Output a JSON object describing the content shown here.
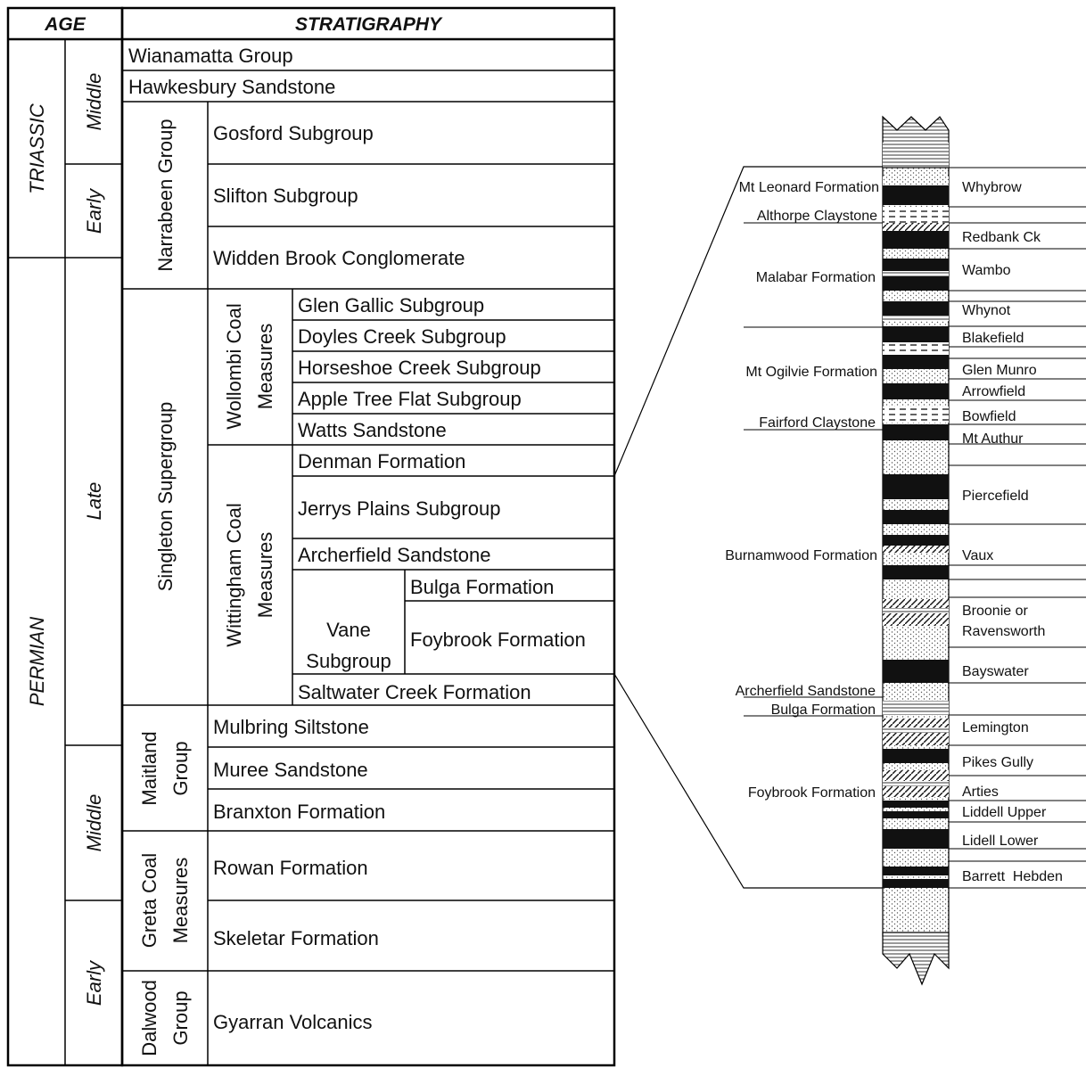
{
  "header": {
    "age": "AGE",
    "stratigraphy": "STRATIGRAPHY"
  },
  "age": {
    "triassic": "TRIASSIC",
    "permian": "PERMIAN",
    "triassic_middle": "Middle",
    "triassic_early": "Early",
    "permian_late": "Late",
    "permian_middle": "Middle",
    "permian_early": "Early"
  },
  "groups": {
    "narrabeen": "Narrabeen Group",
    "singleton": "Singleton Supergroup",
    "wollombi_1": "Wollombi Coal",
    "wollombi_2": "Measures",
    "wittingham_1": "Wittingham Coal",
    "wittingham_2": "Measures",
    "maitland_1": "Maitland",
    "maitland_2": "Group",
    "greta_1": "Greta Coal",
    "greta_2": "Measures",
    "dalwood_1": "Dalwood",
    "dalwood_2": "Group",
    "vane_1": "Vane",
    "vane_2": "Subgroup"
  },
  "units": {
    "wianamatta": "Wianamatta Group",
    "hawkesbury": "Hawkesbury Sandstone",
    "gosford": "Gosford Subgroup",
    "slifton": "Slifton Subgroup",
    "widden": "Widden Brook Conglomerate",
    "glen_gallic": "Glen Gallic Subgroup",
    "doyles": "Doyles Creek Subgroup",
    "horseshoe": "Horseshoe Creek Subgroup",
    "apple_tree": "Apple Tree Flat Subgroup",
    "watts": "Watts Sandstone",
    "denman": "Denman Formation",
    "jerrys": "Jerrys Plains Subgroup",
    "archerfield": "Archerfield Sandstone",
    "bulga": "Bulga Formation",
    "foybrook": "Foybrook Formation",
    "saltwater": "Saltwater Creek Formation",
    "mulbring": "Mulbring Siltstone",
    "muree": "Muree Sandstone",
    "branxton": "Branxton Formation",
    "rowan": "Rowan Formation",
    "skeletar": "Skeletar Formation",
    "gyarran": "Gyarran Volcanics"
  },
  "column_formations": {
    "mt_leonard": "Mt Leonard Formation",
    "althorpe": "Althorpe Claystone",
    "malabar": "Malabar Formation",
    "mt_ogilvie": "Mt Ogilvie Formation",
    "fairford": "Fairford Claystone",
    "burnamwood": "Burnamwood Formation",
    "archerfield": "Archerfield Sandstone",
    "bulga": "Bulga Formation",
    "foybrook": "Foybrook Formation"
  },
  "seams": {
    "whybrow": "Whybrow",
    "redbank": "Redbank Ck",
    "wambo": "Wambo",
    "whynot": "Whynot",
    "blakefield": "Blakefield",
    "glen_munro": "Glen Munro",
    "arrowfield": "Arrowfield",
    "bowfield": "Bowfield",
    "mt_authur": "Mt Authur",
    "piercefield": "Piercefield",
    "vaux": "Vaux",
    "broonie_1": "Broonie or",
    "broonie_2": "Ravensworth",
    "bayswater": "Bayswater",
    "lemington": "Lemington",
    "pikes": "Pikes Gully",
    "arties": "Arties",
    "liddell_upper": "Liddell Upper",
    "lidell_lower": "Lidell Lower",
    "barrett": "Barrett  Hebden"
  }
}
